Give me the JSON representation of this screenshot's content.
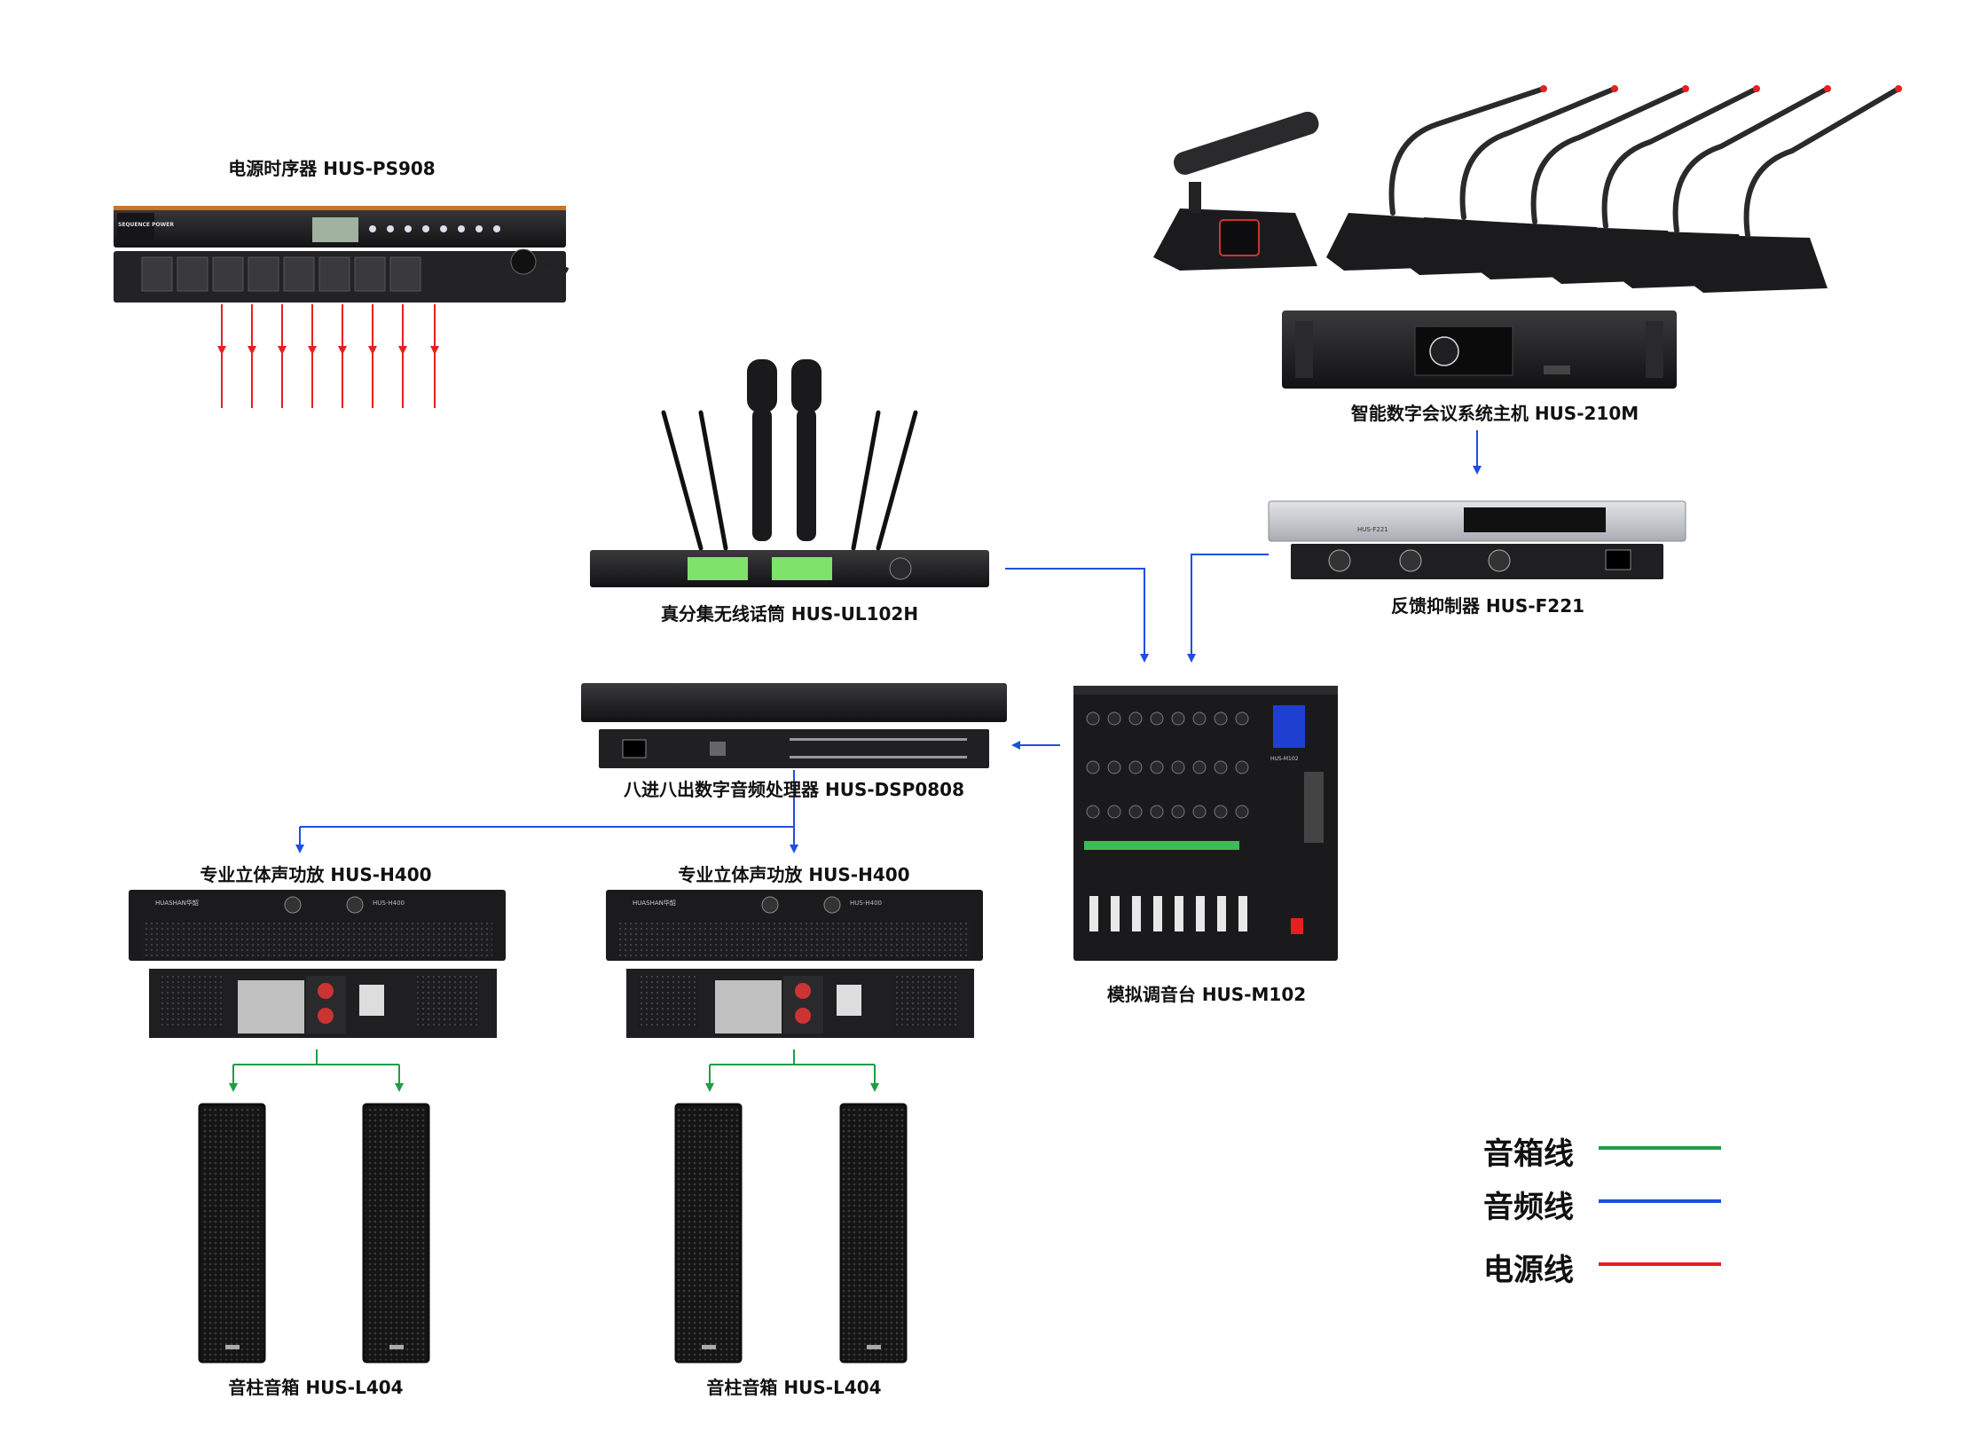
{
  "devices": {
    "power_sequencer": "电源时序器 HUS-PS908",
    "conference_host": "智能数字会议系统主机 HUS-210M",
    "wireless_mic": "真分集无线话筒 HUS-UL102H",
    "feedback_suppressor": "反馈抑制器 HUS-F221",
    "dsp_processor": "八进八出数字音频处理器 HUS-DSP0808",
    "mixer": "模拟调音台 HUS-M102",
    "amplifier_1": "专业立体声功放 HUS-H400",
    "amplifier_2": "专业立体声功放 HUS-H400",
    "speaker_1": "音柱音箱 HUS-L404",
    "speaker_2": "音柱音箱 HUS-L404"
  },
  "brand_marks": {
    "sequencer_badge": "SEQUENCE POWER",
    "brand": "HUASHAN华韶",
    "amp_model": "HUS-H400",
    "feedback_model": "HUS-F221",
    "mixer_model": "HUS-M102"
  },
  "legend": [
    {
      "label": "音箱线",
      "color": "#1f9d46"
    },
    {
      "label": "音频线",
      "color": "#1f4fe0"
    },
    {
      "label": "电源线",
      "color": "#e52020"
    }
  ],
  "colors": {
    "speaker_line": "#1f9d46",
    "audio_line": "#1f4fe0",
    "power_line": "#e52020",
    "device_dark": "#1b1b1d",
    "device_panel": "#2a2a2d",
    "silver": "#c9ccd0",
    "lcd_green": "#7fe36a"
  },
  "icons": [
    "power-outlet-icon",
    "microphone-icon",
    "antenna-icon",
    "speaker-grille-icon",
    "fader-icon",
    "knob-icon"
  ]
}
